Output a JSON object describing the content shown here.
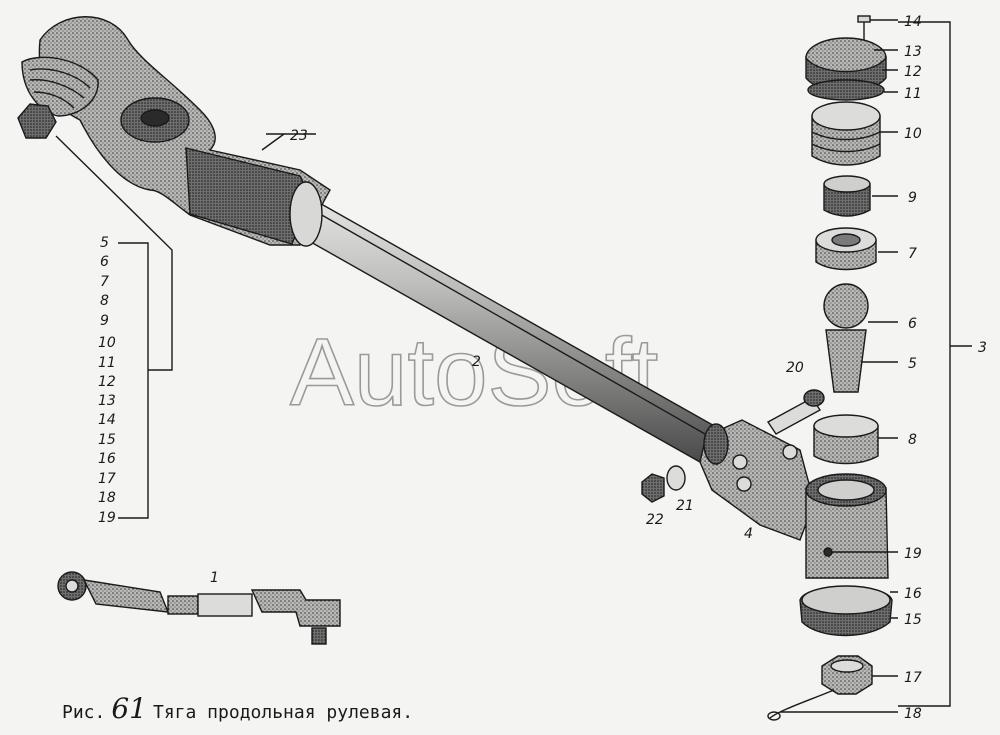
{
  "caption": {
    "prefix": "Рис.",
    "number": "61",
    "title": "Тяга продольная рулевая."
  },
  "watermark": "AutoSoft",
  "left_callouts": [
    "5",
    "6",
    "7",
    "8",
    "9",
    "10",
    "11",
    "12",
    "13",
    "14",
    "15",
    "16",
    "17",
    "18",
    "19"
  ],
  "right_callouts": [
    "14",
    "13",
    "12",
    "11",
    "10",
    "9",
    "7",
    "6",
    "5",
    "8",
    "19",
    "16",
    "15",
    "17",
    "18"
  ],
  "group_label": "3",
  "part_labels": {
    "rod": "2",
    "left_end": "23",
    "clamp": "4",
    "bolt": "20",
    "washer": "21",
    "nut": "22",
    "assembly": "1"
  },
  "colors": {
    "ink": "#1a1a1a",
    "paper": "#f4f4f2",
    "shade": "#8d8d8d",
    "watermark": "#9a9a9a"
  }
}
